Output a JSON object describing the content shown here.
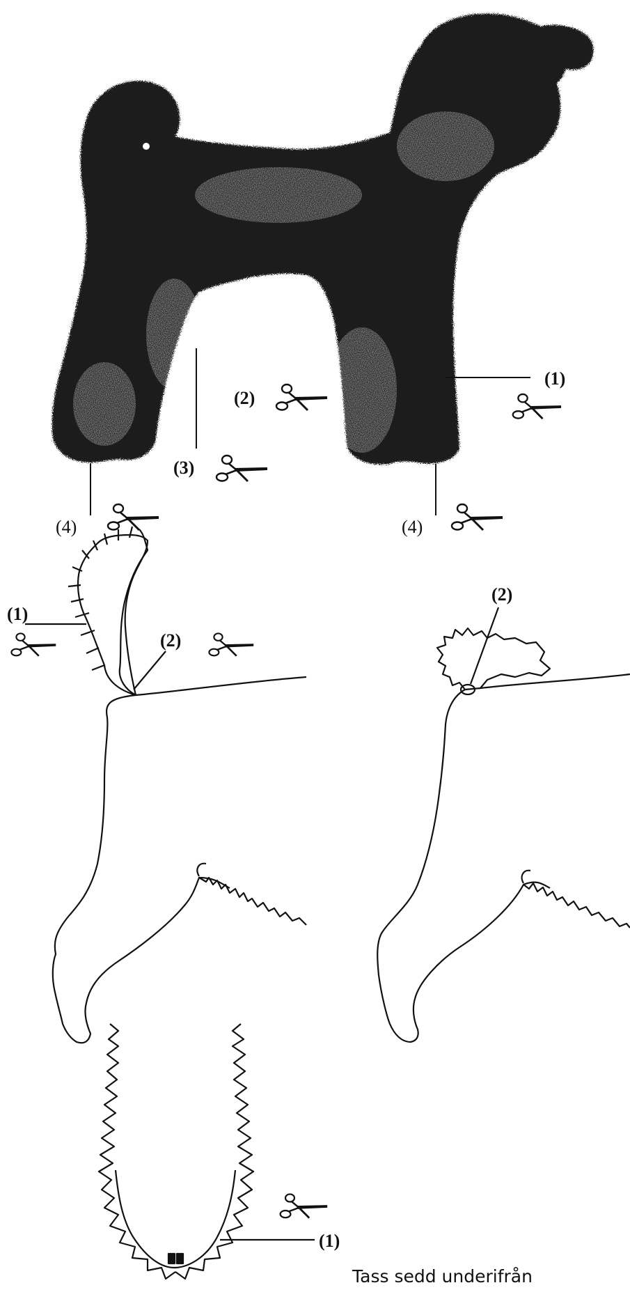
{
  "dog": {
    "labels": {
      "front_leg": "(1)",
      "belly": "(2)",
      "hind_leg": "(3)",
      "hind_paw": "(4)",
      "front_paw": "(4)"
    }
  },
  "tail_left": {
    "labels": {
      "tail_edge": "(1)",
      "tail_base": "(2)"
    }
  },
  "tail_right": {
    "labels": {
      "tail_base": "(2)"
    }
  },
  "paw": {
    "labels": {
      "paw_edge": "(1)"
    },
    "caption": "Tass sedd underifrån"
  },
  "colors": {
    "ink": "#111111",
    "fur": "#1a1a1a",
    "highlight": "#ffffff"
  }
}
